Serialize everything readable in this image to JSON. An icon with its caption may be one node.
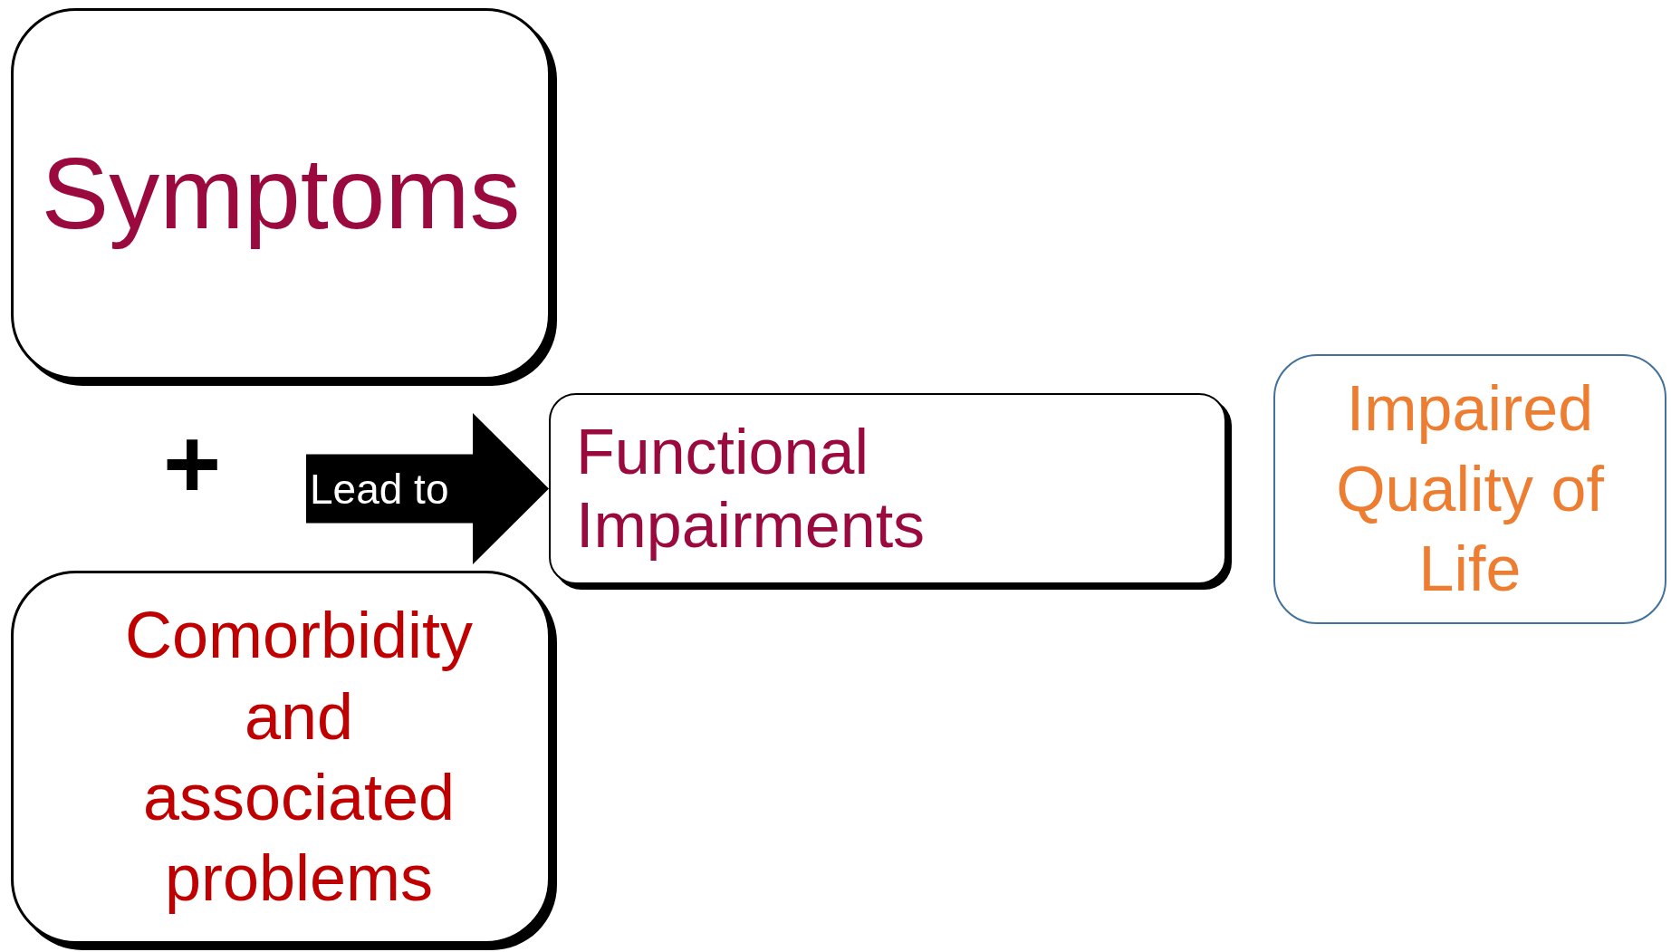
{
  "diagram": {
    "nodes": [
      {
        "text": [
          "Symptoms"
        ]
      },
      {
        "text": [
          "Functional Impairments"
        ]
      },
      {
        "text": [
          "Impaired Quality of Life"
        ]
      },
      {
        "text": [
          "Comorbidity and associated problems"
        ]
      }
    ],
    "edges": [
      {
        "from": null,
        "to": 1,
        "arrow": "to",
        "label": "Lead to",
        "style": "thick"
      }
    ],
    "labels": [
      "+"
    ]
  }
}
